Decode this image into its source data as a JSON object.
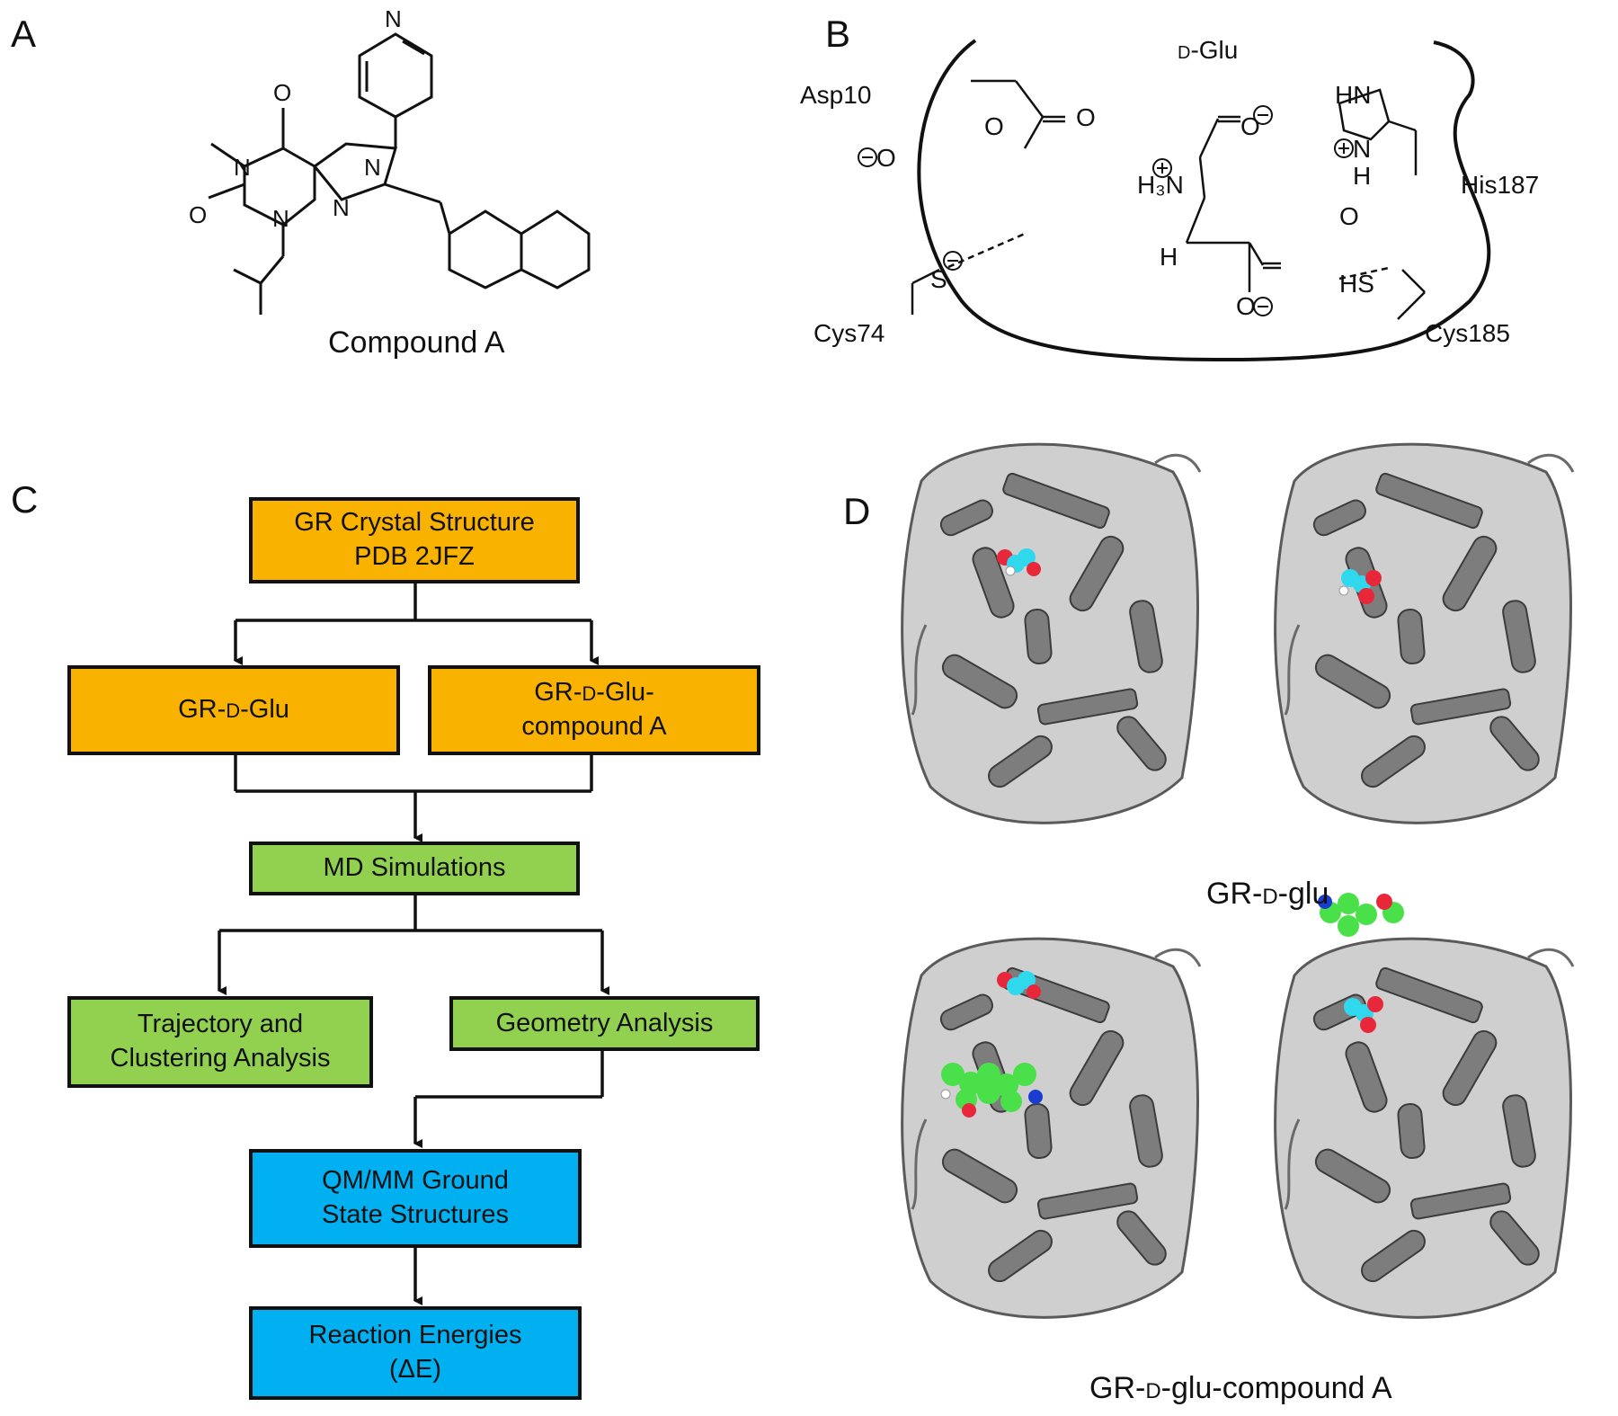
{
  "panels": {
    "a": {
      "letter": "A",
      "caption": "Compound A",
      "atoms": [
        "N",
        "O",
        "N",
        "N",
        "O",
        "N",
        "N"
      ]
    },
    "b": {
      "letter": "B",
      "dglu_prefix": "D",
      "dglu_suffix": "-Glu",
      "residues": [
        "Asp10",
        "His187",
        "Cys74",
        "Cys185"
      ],
      "atoms": {
        "asp_o": "O",
        "asp_ominus": "O",
        "glu_o": "O",
        "glu_o2": "O",
        "his_hn": "HN",
        "his_nh": "N",
        "his_h": "H",
        "nh3": "H₃N",
        "ch_h": "H",
        "s_minus": "S",
        "cooh_o": "O",
        "cooh_ominus": "O",
        "hs": "HS"
      }
    },
    "c": {
      "letter": "C",
      "nodes": {
        "crystal": [
          "GR Crystal Structure",
          "PDB 2JFZ"
        ],
        "grdglu": {
          "prefix": "GR-",
          "sc": "D",
          "suffix": "-Glu"
        },
        "grdglu_compound": {
          "prefix": "GR-",
          "sc": "D",
          "suffix": "-Glu-",
          "line2": "compound A"
        },
        "md": "MD Simulations",
        "trajectory": [
          "Trajectory and",
          "Clustering Analysis"
        ],
        "geometry": "Geometry Analysis",
        "qmmm": [
          "QM/MM Ground",
          "State Structures"
        ],
        "energies": [
          "Reaction Energies",
          "(ΔE)"
        ]
      },
      "colors": {
        "orange": "#f9b200",
        "green": "#92d050",
        "blue": "#00b0f0"
      }
    },
    "d": {
      "letter": "D",
      "caption_top": {
        "prefix": "GR-",
        "sc": "D",
        "suffix": "-glu"
      },
      "caption_bottom": {
        "prefix": "GR-",
        "sc": "D",
        "suffix": "-glu-compound A"
      },
      "colors": {
        "protein": "#8a8a8a",
        "dglu_carbon": "#30d8ee",
        "compound_carbon": "#4ae04a",
        "oxygen": "#e8283a",
        "nitrogen": "#1a3cd0"
      }
    }
  }
}
